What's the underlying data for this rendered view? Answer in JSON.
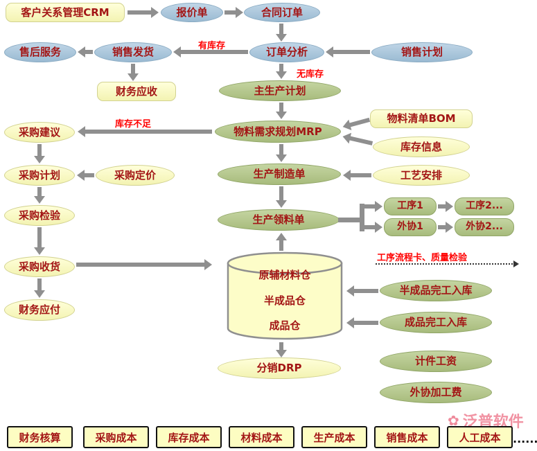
{
  "nodes": {
    "crm": "客户关系管理CRM",
    "quotation": "报价单",
    "contract_order": "合同订单",
    "after_sales": "售后服务",
    "sales_delivery": "销售发货",
    "order_analysis": "订单分析",
    "sales_plan": "销售计划",
    "finance_receivable": "财务应收",
    "master_production_plan": "主生产计划",
    "purchase_suggestion": "采购建议",
    "mrp": "物料需求规划MRP",
    "bom": "物料清单BOM",
    "inventory_info": "库存信息",
    "purchase_plan": "采购计划",
    "purchase_pricing": "采购定价",
    "production_order": "生产制造单",
    "process_arrangement": "工艺安排",
    "purchase_inspection": "采购检验",
    "production_picking": "生产领料单",
    "process1": "工序1",
    "process2": "工序2...",
    "outsource1": "外协1",
    "outsource2": "外协2...",
    "purchase_receiving": "采购收货",
    "finance_payable": "财务应付",
    "semi_finished_in": "半成品完工入库",
    "finished_in": "成品完工入库",
    "piece_rate_wage": "计件工资",
    "outsource_fee": "外协加工费",
    "drp": "分销DRP"
  },
  "warehouse": {
    "rows": [
      "原辅材料仓",
      "半成品仓",
      "成品仓"
    ]
  },
  "flow_labels": {
    "in_stock": "有库存",
    "out_of_stock": "无库存",
    "insufficient_stock": "库存不足",
    "process_card_quality": "工序流程卡、质量检验"
  },
  "bottom_bar": {
    "items": [
      "财务核算",
      "采购成本",
      "库存成本",
      "材料成本",
      "生产成本",
      "销售成本",
      "人工成本"
    ],
    "ellipsis": "......"
  },
  "watermark": {
    "text": "泛普软件"
  },
  "colors": {
    "blue_node": "#a9c6dc",
    "yellow_node": "#fbfbc6",
    "green_node": "#b6c98e",
    "node_text": "#a31515",
    "flow_label": "#ff0000",
    "arrow": "#8f8f8f"
  }
}
